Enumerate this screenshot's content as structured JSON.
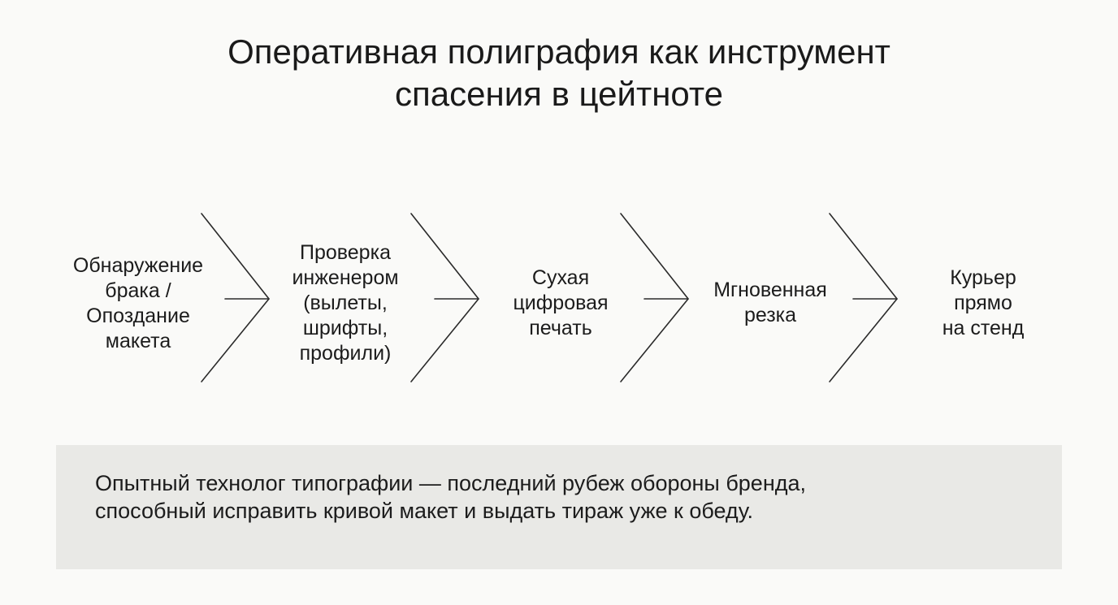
{
  "title": {
    "line1": "Оперативная полиграфия как инструмент",
    "line2": "спасения в цейтноте"
  },
  "flow": {
    "steps": [
      {
        "lines": [
          "Обнаружение",
          "брака /",
          "Опоздание",
          "макета"
        ]
      },
      {
        "lines": [
          "Проверка",
          "инженером",
          "(вылеты,",
          "шрифты,",
          "профили)"
        ]
      },
      {
        "lines": [
          "Сухая",
          "цифровая",
          "печать"
        ]
      },
      {
        "lines": [
          "Мгновенная",
          "резка"
        ]
      },
      {
        "lines": [
          "Курьер",
          "прямо",
          "на стенд"
        ]
      }
    ]
  },
  "note": {
    "line1": "Опытный технолог типографии — последний рубеж обороны бренда,",
    "line2": "способный исправить кривой макет и выдать тираж уже к обеду."
  },
  "colors": {
    "background": "#fafaf8",
    "note_background": "#e9e9e6",
    "line": "#2a2a2a"
  }
}
